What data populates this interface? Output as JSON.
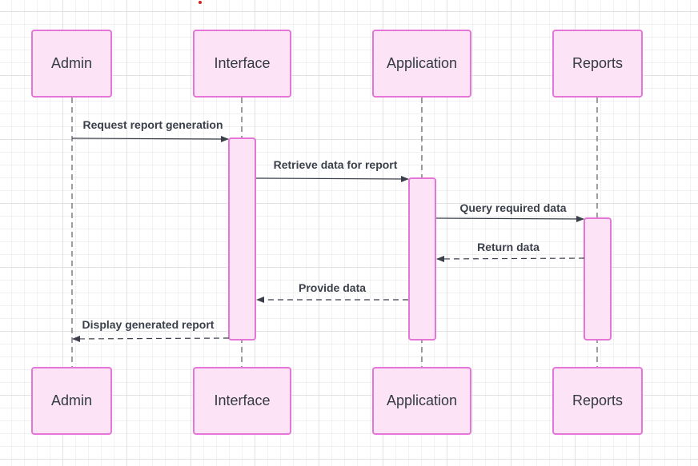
{
  "participants": [
    {
      "id": "admin",
      "label": "Admin"
    },
    {
      "id": "interface",
      "label": "Interface"
    },
    {
      "id": "application",
      "label": "Application"
    },
    {
      "id": "reports",
      "label": "Reports"
    }
  ],
  "messages": [
    {
      "label": "Request report generation",
      "from": "admin",
      "to": "interface",
      "style": "solid"
    },
    {
      "label": "Retrieve data for report",
      "from": "interface",
      "to": "application",
      "style": "solid"
    },
    {
      "label": "Query required data",
      "from": "application",
      "to": "reports",
      "style": "solid"
    },
    {
      "label": "Return data",
      "from": "reports",
      "to": "application",
      "style": "dashed"
    },
    {
      "label": "Provide data",
      "from": "application",
      "to": "interface",
      "style": "dashed"
    },
    {
      "label": "Display generated report",
      "from": "interface",
      "to": "admin",
      "style": "dashed"
    }
  ],
  "colors": {
    "box_fill": "#fce4f6",
    "box_border": "#e576d8",
    "line": "#3a3f4a",
    "text": "#333a44"
  }
}
